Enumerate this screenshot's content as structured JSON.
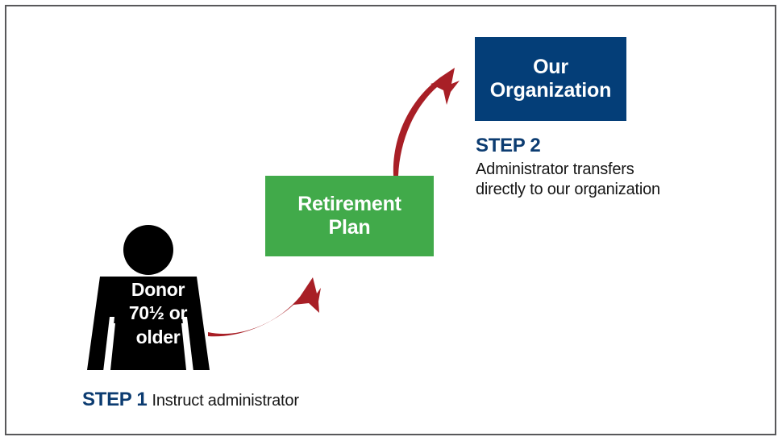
{
  "diagram": {
    "title": "IRA charitable rollover flow",
    "colors": {
      "navy": "#043E78",
      "green": "#41AA4A",
      "red": "#A81F26",
      "black": "#000000",
      "step_label": "#0C3C71",
      "frame": "#58585a",
      "background": "#ffffff"
    },
    "nodes": {
      "donor": {
        "label_line1": "Donor",
        "label_line2": "70½ or",
        "label_line3": "older",
        "shape": "person-silhouette",
        "fill": "#000000"
      },
      "retirement_plan": {
        "label_line1": "Retirement",
        "label_line2": "Plan",
        "shape": "rectangle",
        "fill": "#41AA4A"
      },
      "our_organization": {
        "label_line1": "Our",
        "label_line2": "Organization",
        "shape": "rectangle",
        "fill": "#043E78"
      }
    },
    "steps": [
      {
        "id": "step1",
        "title": "STEP 1",
        "description": "Instruct administrator"
      },
      {
        "id": "step2",
        "title": "STEP 2",
        "description_line1": "Administrator transfers",
        "description_line2": "directly to our organization"
      }
    ],
    "arrows": [
      {
        "id": "arrow-donor-to-plan",
        "from": "donor",
        "to": "retirement_plan",
        "color": "#A81F26",
        "style": "curved"
      },
      {
        "id": "arrow-plan-to-organization",
        "from": "retirement_plan",
        "to": "our_organization",
        "color": "#A81F26",
        "style": "curved"
      }
    ]
  }
}
